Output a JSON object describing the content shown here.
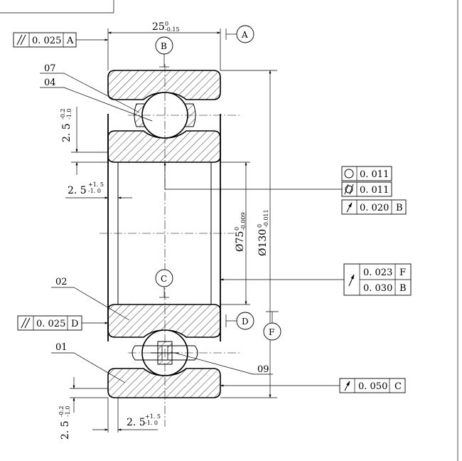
{
  "dimensions": {
    "width_nominal": "25",
    "width_upper": "0",
    "width_lower": "-0.15",
    "bore_nominal": "Ø75",
    "bore_upper": "0",
    "bore_lower": "-0.009",
    "od_nominal": "Ø130",
    "od_upper": "0",
    "od_lower": "-0.011",
    "chamfer_v_nominal": "2. 5",
    "chamfer_v_upper": "-0.2",
    "chamfer_v_lower": "-1.0",
    "chamfer_h_nominal": "2. 5",
    "chamfer_h_upper": "+1. 5",
    "chamfer_h_lower": "-1. 0"
  },
  "datums": {
    "a": "A",
    "b": "B",
    "c": "C",
    "d": "D",
    "f": "F"
  },
  "part_labels": {
    "p07": "07",
    "p04": "04",
    "p02": "02",
    "p01": "01",
    "p09": "09"
  },
  "tolerances": {
    "parallel_a_value": "0. 025",
    "parallel_a_ref": "A",
    "parallel_d_value": "0. 025",
    "parallel_d_ref": "D",
    "roundness_value": "0. 011",
    "cylindricity_value": "0. 011",
    "runout_b_value": "0. 020",
    "runout_b_ref": "B",
    "runout_f_value": "0. 023",
    "runout_f_ref": "F",
    "runout_b2_value": "0. 030",
    "runout_b2_ref": "B",
    "runout_c_value": "0. 050",
    "runout_c_ref": "C"
  },
  "symbols": {
    "parallelism": "parallelism-icon",
    "roundness": "circularity-icon",
    "cylindricity": "cylindricity-icon",
    "runout": "circular-runout-icon"
  }
}
